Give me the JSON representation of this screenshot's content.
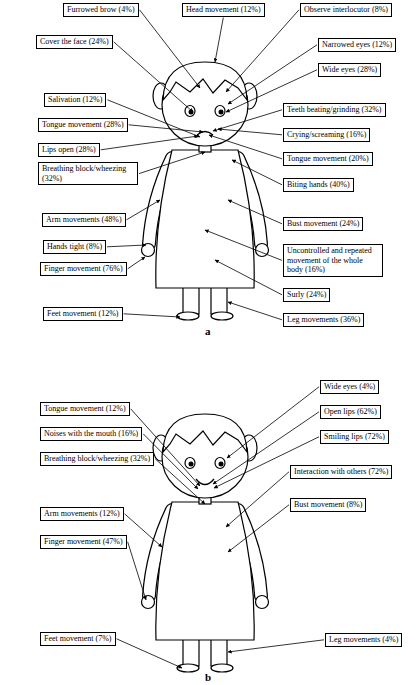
{
  "diagram": {
    "nodes": [
      {
        "text": [
          "Furrowed brow (4%)"
        ]
      },
      {
        "text": [
          "Head movement (12%)"
        ]
      },
      {
        "text": [
          "Observe interlocutor (8%)"
        ]
      },
      {
        "text": [
          "Cover the face (24%)"
        ]
      },
      {
        "text": [
          "Narrowed eyes (12%)"
        ]
      },
      {
        "text": [
          "Wide eyes (28%)"
        ]
      },
      {
        "text": [
          "Salivation (12%)"
        ]
      },
      {
        "text": [
          "Teeth beating/grinding (32%)"
        ]
      },
      {
        "text": [
          "Tongue movement (28%)"
        ]
      },
      {
        "text": [
          "Crying/screaming (16%)"
        ]
      },
      {
        "text": [
          "Lips open (28%)"
        ]
      },
      {
        "text": [
          "Tongue movement (20%)"
        ]
      },
      {
        "text": [
          "Breathing block/wheezing (32%)"
        ]
      },
      {
        "text": [
          "Biting hands (40%)"
        ]
      },
      {
        "text": [
          "Arm movements (48%)"
        ]
      },
      {
        "text": [
          "Bust movement (24%)"
        ]
      },
      {
        "text": [
          "Hands tight (8%)"
        ]
      },
      {
        "text": [
          "Uncontrolled and repeated movement of the whole body (16%)"
        ]
      },
      {
        "text": [
          "Finger movement (76%)"
        ]
      },
      {
        "text": [
          "Surly (24%)"
        ]
      },
      {
        "text": [
          "Feet movement (12%)"
        ]
      },
      {
        "text": [
          "Leg movements (36%)"
        ]
      },
      {
        "text": [
          "Wide eyes (4%)"
        ]
      },
      {
        "text": [
          "Tongue movement (12%)"
        ]
      },
      {
        "text": [
          "Open lips (62%)"
        ]
      },
      {
        "text": [
          "Noises with the mouth (16%)"
        ]
      },
      {
        "text": [
          "Smiling lips (72%)"
        ]
      },
      {
        "text": [
          "Breathing block/wheezing (32%)"
        ]
      },
      {
        "text": [
          "Interaction with others (72%)"
        ]
      },
      {
        "text": [
          "Bust movement (8%)"
        ]
      },
      {
        "text": [
          "Arm movements (12%)"
        ]
      },
      {
        "text": [
          "Finger movement (47%)"
        ]
      },
      {
        "text": [
          "Feet movement (7%)"
        ]
      },
      {
        "text": [
          "Leg movements (4%)"
        ]
      }
    ],
    "labels": [
      "a",
      "b"
    ]
  }
}
